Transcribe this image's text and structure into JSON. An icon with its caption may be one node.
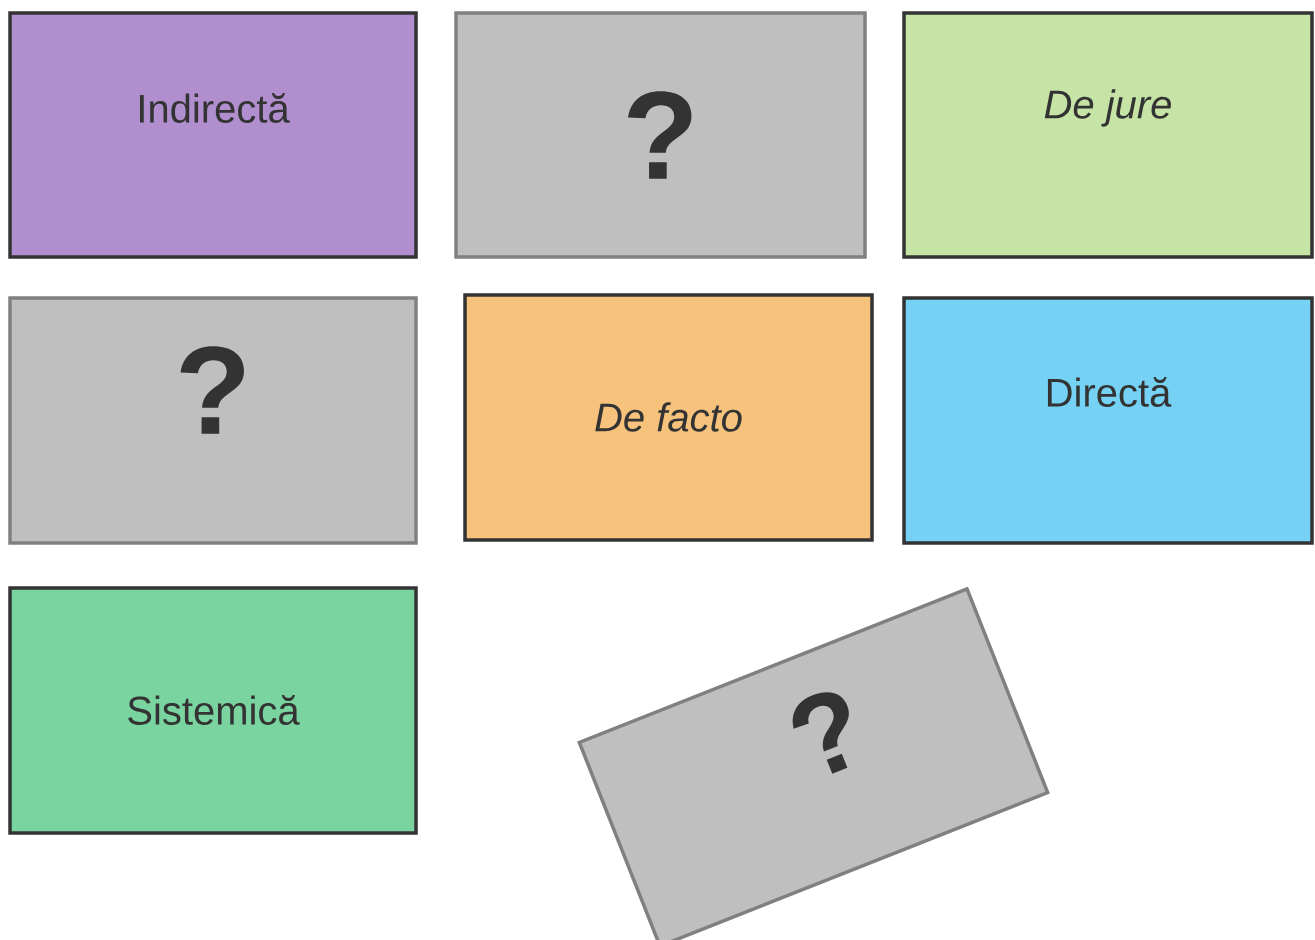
{
  "diagram": {
    "nodes": [
      {
        "text": [
          "Indirectă"
        ]
      },
      {
        "text": [
          "?"
        ]
      },
      {
        "text": [
          "De jure"
        ]
      },
      {
        "text": [
          "?"
        ]
      },
      {
        "text": [
          "De facto"
        ]
      },
      {
        "text": [
          "Directă"
        ]
      },
      {
        "text": [
          "Sistemică"
        ]
      },
      {
        "text": [
          "?"
        ]
      }
    ]
  }
}
